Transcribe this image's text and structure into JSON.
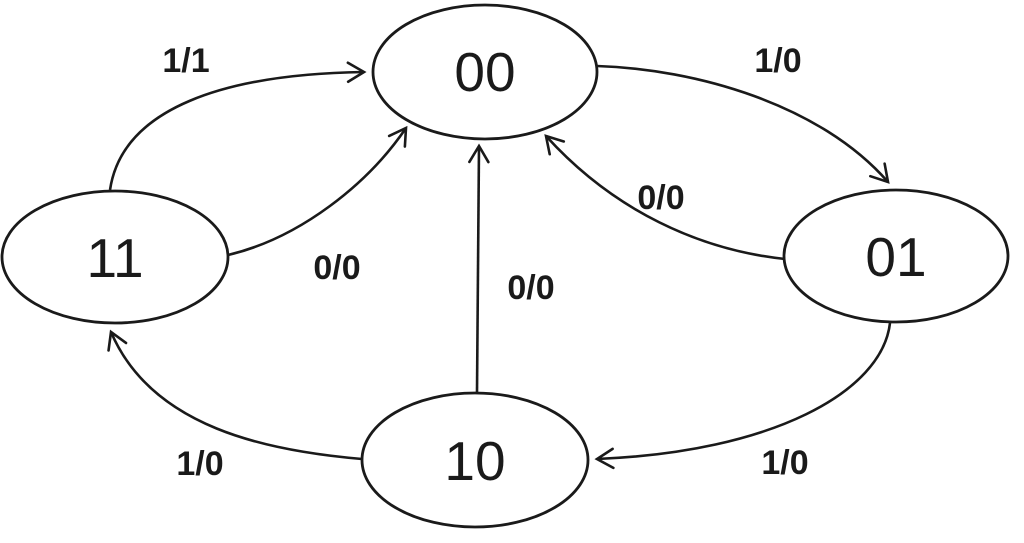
{
  "diagram": {
    "type": "finite-state-machine",
    "states": [
      {
        "id": "00",
        "label": "00"
      },
      {
        "id": "01",
        "label": "01"
      },
      {
        "id": "10",
        "label": "10"
      },
      {
        "id": "11",
        "label": "11"
      }
    ],
    "transitions": [
      {
        "from": "11",
        "to": "00",
        "label": "1/1"
      },
      {
        "from": "00",
        "to": "01",
        "label": "1/0"
      },
      {
        "from": "01",
        "to": "00",
        "label": "0/0"
      },
      {
        "from": "11",
        "to": "00",
        "label": "0/0"
      },
      {
        "from": "10",
        "to": "00",
        "label": "0/0"
      },
      {
        "from": "10",
        "to": "11",
        "label": "1/0"
      },
      {
        "from": "01",
        "to": "10",
        "label": "1/0"
      }
    ],
    "colors": {
      "stroke": "#1a1a1a",
      "background": "#ffffff"
    }
  }
}
